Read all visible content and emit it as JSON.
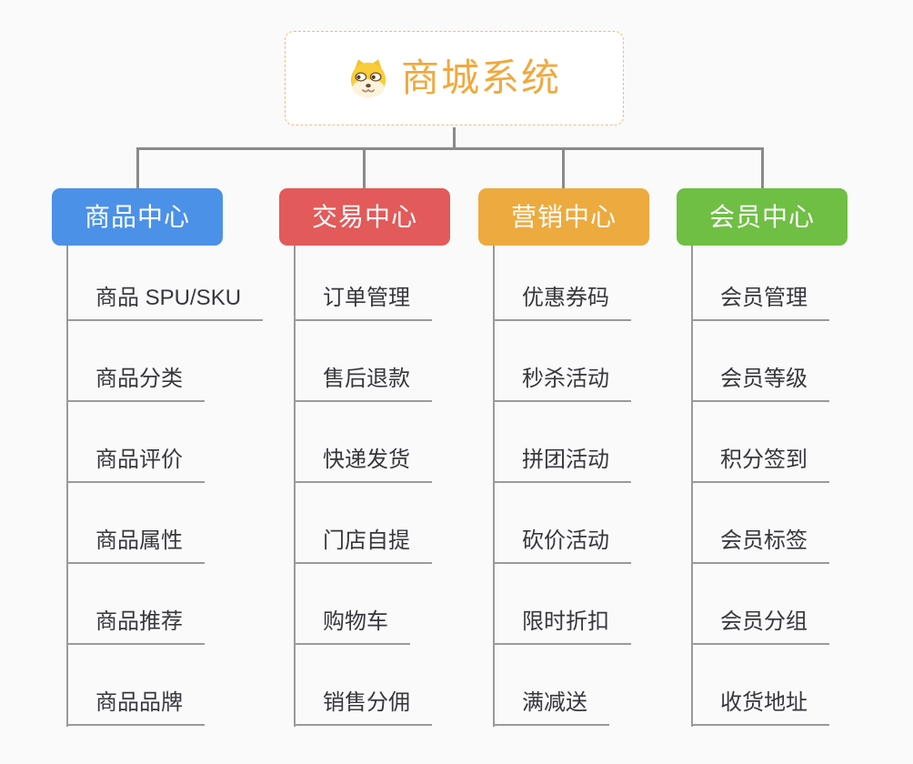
{
  "canvas": {
    "background": "#fafafa",
    "connector_color": "#8a8a8a",
    "line_color": "#9a9a9a",
    "leaf_text_color": "#37373c"
  },
  "root": {
    "label": "商城系统",
    "text_color": "#f0a93e",
    "border_color": "#f1bd72",
    "background": "#ffffff",
    "icon": "doge-dog-icon"
  },
  "node_text_color": "#ffffff",
  "branches": [
    {
      "label": "商品中心",
      "color": "#4b91e8",
      "children": [
        "商品 SPU/SKU",
        "商品分类",
        "商品评价",
        "商品属性",
        "商品推荐",
        "商品品牌"
      ]
    },
    {
      "label": "交易中心",
      "color": "#e25a5a",
      "children": [
        "订单管理",
        "售后退款",
        "快递发货",
        "门店自提",
        "购物车",
        "销售分佣"
      ]
    },
    {
      "label": "营销中心",
      "color": "#edaa3e",
      "children": [
        "优惠券码",
        "秒杀活动",
        "拼团活动",
        "砍价活动",
        "限时折扣",
        "满减送"
      ]
    },
    {
      "label": "会员中心",
      "color": "#6fbf44",
      "children": [
        "会员管理",
        "会员等级",
        "积分签到",
        "会员标签",
        "会员分组",
        "收货地址"
      ]
    }
  ]
}
